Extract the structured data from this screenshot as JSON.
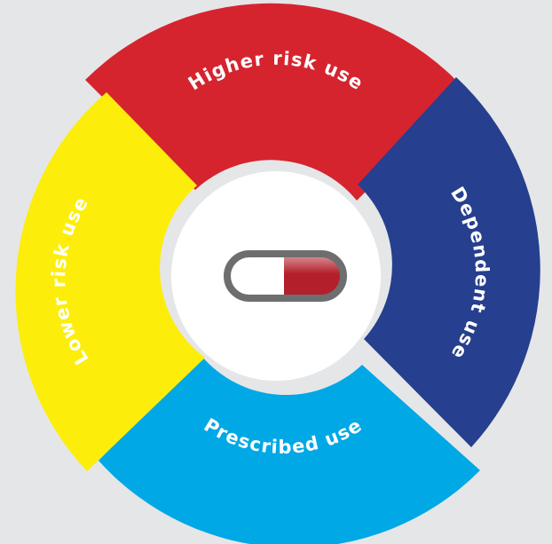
{
  "diagram": {
    "segments": [
      {
        "id": "higher",
        "label": "Higher risk use",
        "color": "#d6242f"
      },
      {
        "id": "dependent",
        "label": "Dependent use",
        "color": "#263f8e"
      },
      {
        "id": "prescribed",
        "label": "Prescribed use",
        "color": "#00a8e6"
      },
      {
        "id": "lower",
        "label": "Lower risk use",
        "color": "#fcee0a"
      }
    ],
    "center": {
      "icon": "pill-capsule-icon",
      "background": "#ffffff",
      "capsule_outline": "#6d6e70",
      "capsule_fill": "#b3202b"
    },
    "background": "#e5e6e8"
  }
}
